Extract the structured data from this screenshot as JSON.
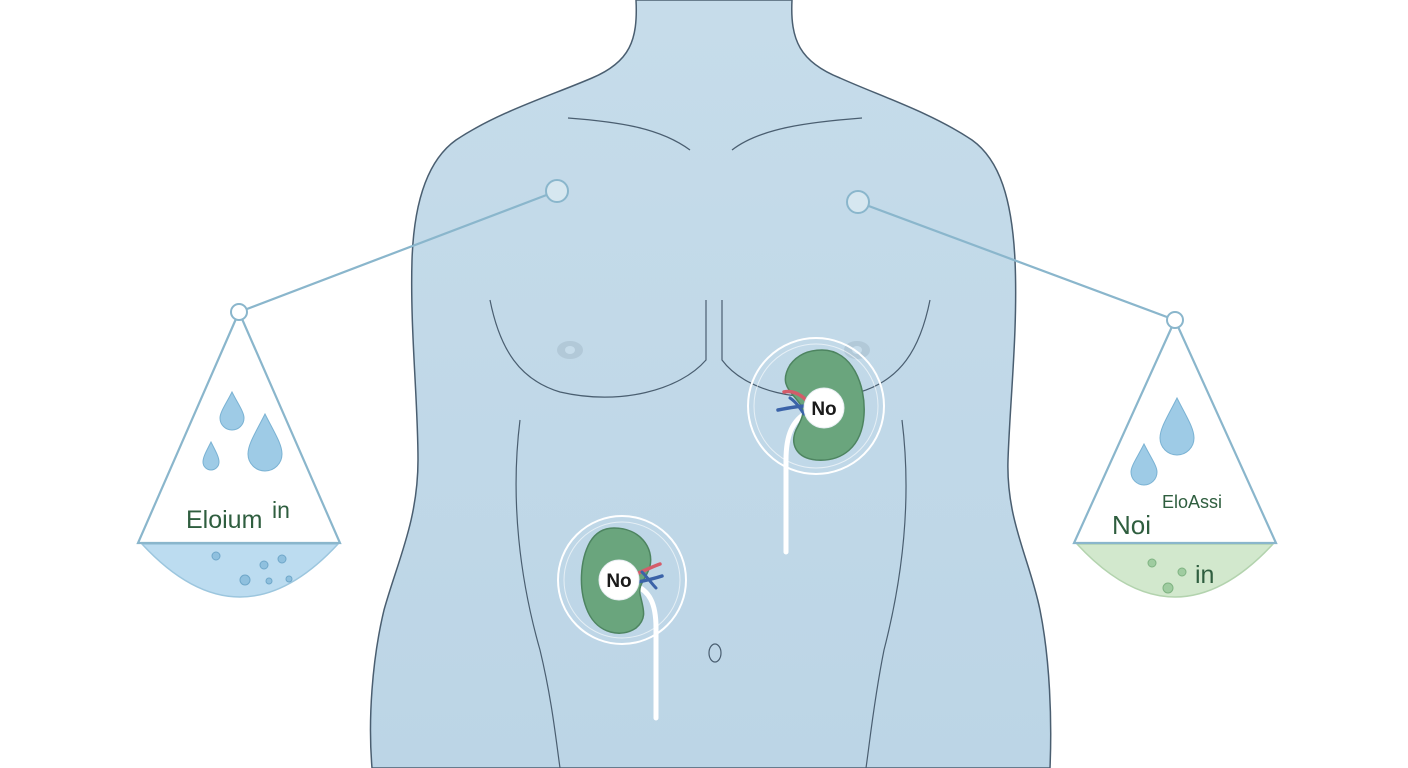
{
  "colors": {
    "body_fill": "#c9dde9",
    "body_stroke": "#44576a",
    "connector": "#7faec6",
    "kidney": "#6aa57d",
    "kidney_stroke": "#3e7352",
    "label_text": "#2f5e3f",
    "left_liquid": "#b8d9ee",
    "right_liquid": "#cfe6c9",
    "artery": "#d45c6a",
    "vein": "#3b63a8",
    "tube": "#ffffff"
  },
  "icons": {
    "left_scale": "flask-droplets-icon",
    "right_scale": "flask-droplets-icon",
    "organs": "kidney-icon"
  },
  "left_scale": {
    "label_main": "Eloium",
    "label_sup": "in"
  },
  "right_scale": {
    "label_main": "Noi",
    "label_sup": "EloAssi",
    "label_bottom": "in"
  },
  "kidney_upper": {
    "label": "No"
  },
  "kidney_lower": {
    "label": "No"
  }
}
